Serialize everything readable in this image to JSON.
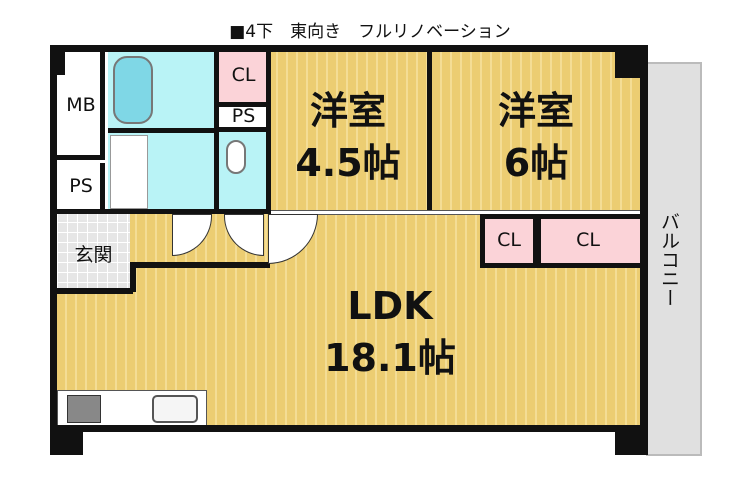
{
  "title": "■4下　東向き　フルリノベーション",
  "rooms": {
    "room1": {
      "name": "洋室",
      "size": "4.5帖"
    },
    "room2": {
      "name": "洋室",
      "size": "6帖"
    },
    "ldk": {
      "name": "LDK",
      "size": "18.1帖"
    },
    "mb": "MB",
    "ps1": "PS",
    "ps2": "PS",
    "cl1": "CL",
    "cl2": "CL",
    "cl3": "CL",
    "entrance": "玄関",
    "balcony": "バルコニー"
  },
  "colors": {
    "floor_wood": "#eccd72",
    "wet_area": "#b9f3f6",
    "closet": "#fbd3d8",
    "balcony": "#e0e0e0",
    "wall": "#111111"
  }
}
